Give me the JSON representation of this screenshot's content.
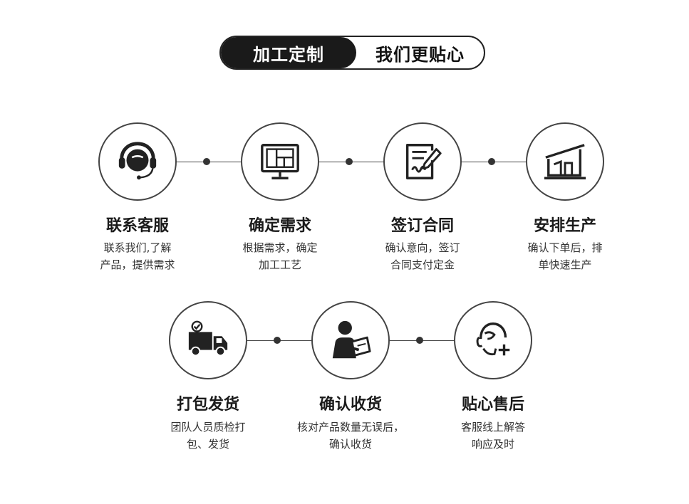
{
  "header": {
    "left_label": "加工定制",
    "right_label": "我们更贴心"
  },
  "steps": [
    {
      "title": "联系客服",
      "desc_line1": "联系我们,了解",
      "desc_line2": "产品，提供需求",
      "icon": "headset-icon"
    },
    {
      "title": "确定需求",
      "desc_line1": "根据需求，确定",
      "desc_line2": "加工工艺",
      "icon": "monitor-blueprint-icon"
    },
    {
      "title": "签订合同",
      "desc_line1": "确认意向，签订",
      "desc_line2": "合同支付定金",
      "icon": "contract-sign-icon"
    },
    {
      "title": "安排生产",
      "desc_line1": "确认下单后，排",
      "desc_line2": "单快速生产",
      "icon": "factory-icon"
    },
    {
      "title": "打包发货",
      "desc_line1": "团队人员质检打",
      "desc_line2": "包、发货",
      "icon": "delivery-truck-icon"
    },
    {
      "title": "确认收货",
      "desc_line1": "核对产品数量无误后，",
      "desc_line2": "确认收货",
      "icon": "person-clipboard-icon"
    },
    {
      "title": "贴心售后",
      "desc_line1": "客服线上解答",
      "desc_line2": "响应及时",
      "icon": "service-support-icon"
    }
  ]
}
